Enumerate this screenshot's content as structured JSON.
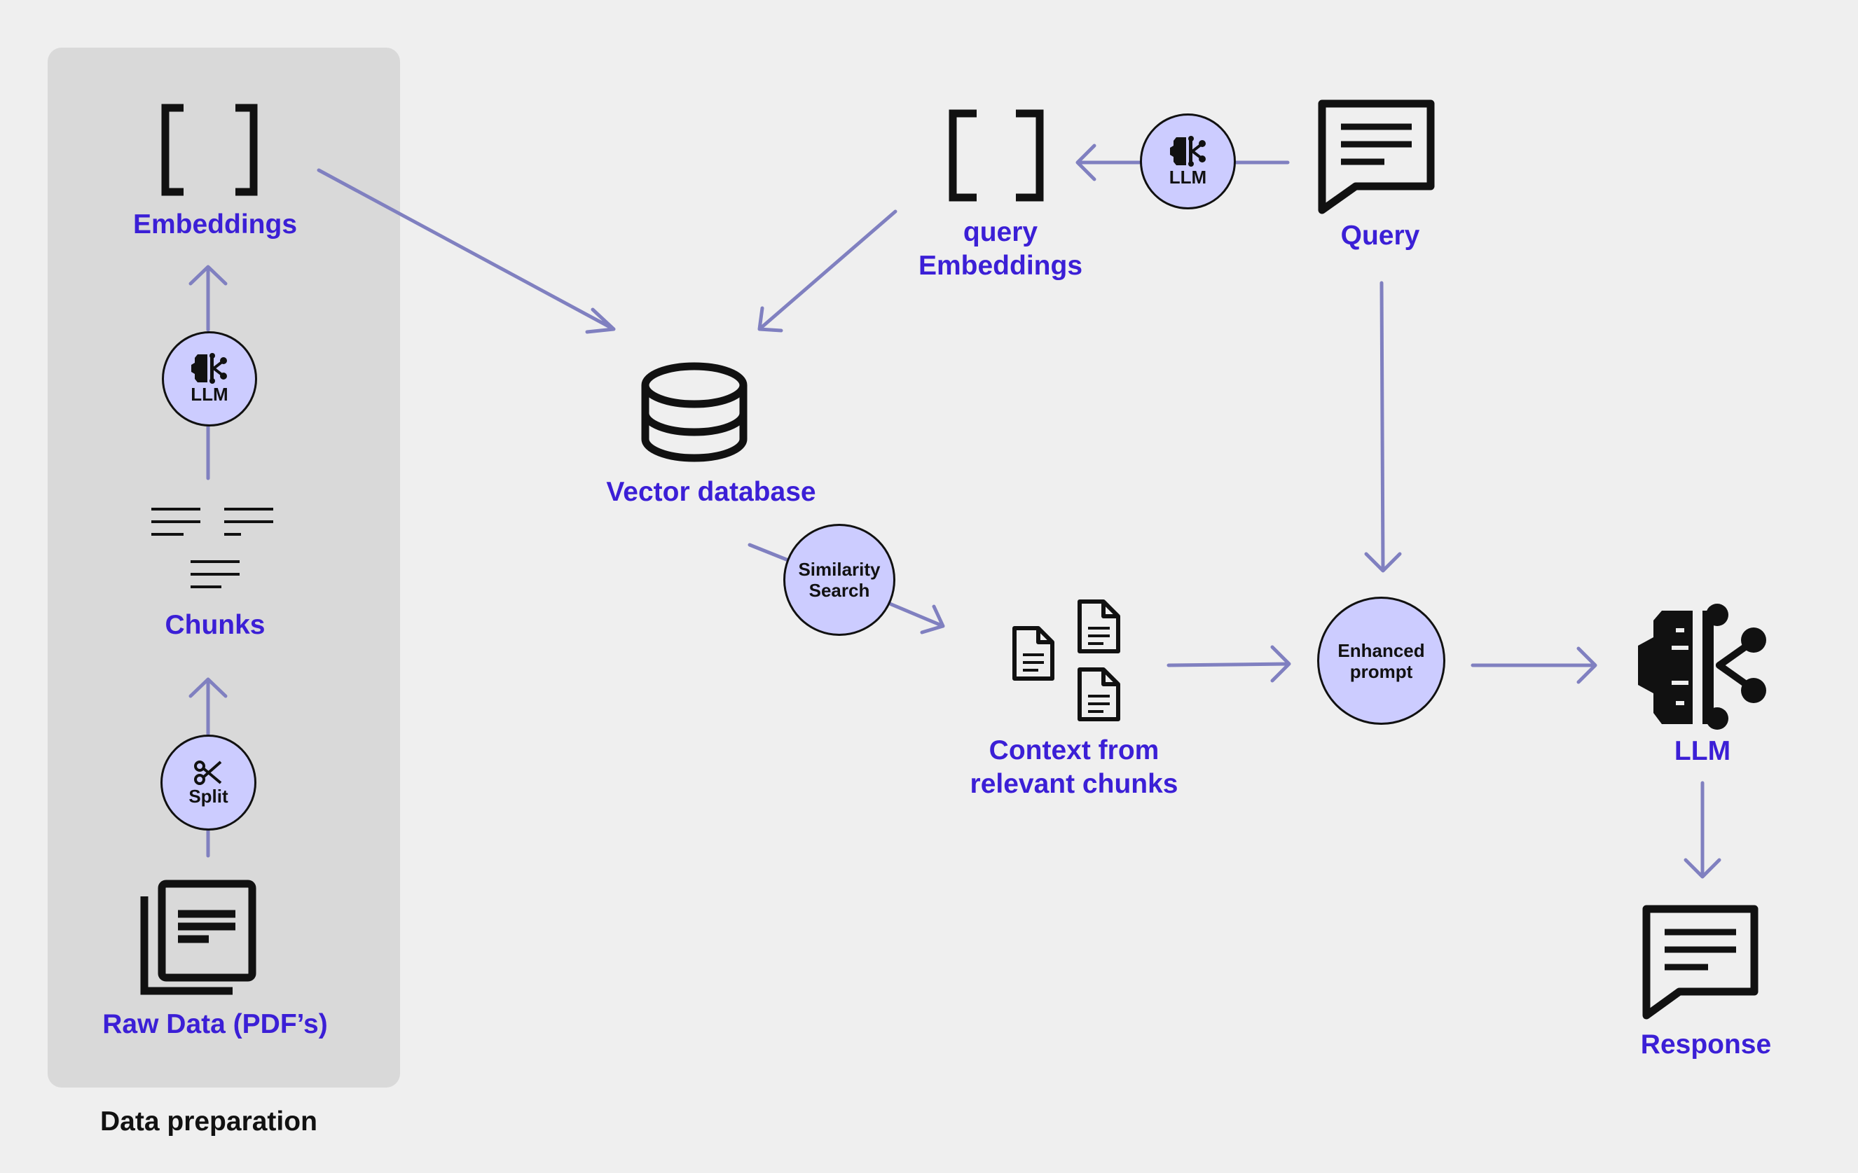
{
  "colors": {
    "background": "#efefef",
    "panel": "#d9d9d9",
    "label": "#3b1fd6",
    "arrow": "#8080c0",
    "node_fill": "#ccccff",
    "icon": "#111111"
  },
  "panel": {
    "caption": "Data preparation"
  },
  "labels": {
    "embeddings": "Embeddings",
    "chunks": "Chunks",
    "raw_data": "Raw Data (PDF’s)",
    "query_embeddings_line1": "query",
    "query_embeddings_line2": "Embeddings",
    "query": "Query",
    "vector_database": "Vector database",
    "context_line1": "Context from",
    "context_line2": "relevant chunks",
    "llm": "LLM",
    "response": "Response"
  },
  "nodes": {
    "llm_prep": {
      "label": "LLM",
      "icon": "llm-brain-icon"
    },
    "split": {
      "label": "Split",
      "icon": "scissors-icon"
    },
    "llm_query": {
      "label": "LLM",
      "icon": "llm-brain-icon"
    },
    "similarity_line1": "Similarity",
    "similarity_line2": "Search",
    "enhanced_line1": "Enhanced",
    "enhanced_line2": "prompt"
  }
}
